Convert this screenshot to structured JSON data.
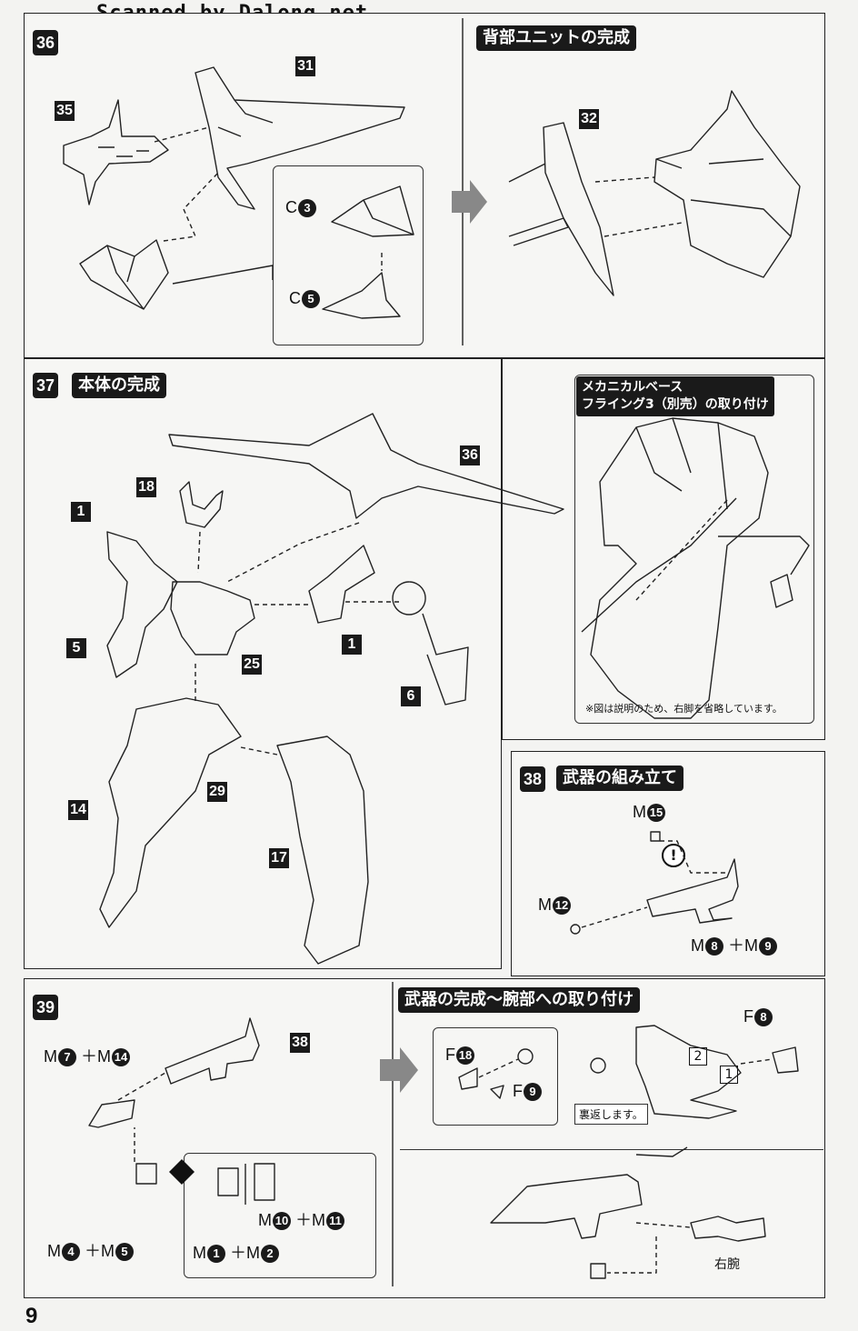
{
  "watermark": "Scanned by Dalong.net",
  "page_number": "9",
  "step36": {
    "number": "36",
    "parts": {
      "p35": "35",
      "p31": "31"
    },
    "c3_prefix": "C",
    "c3_num": "3",
    "c5_prefix": "C",
    "c5_num": "5"
  },
  "back_unit": {
    "title": "背部ユニットの完成",
    "p32": "32"
  },
  "step37": {
    "number": "37",
    "title": "本体の完成",
    "parts": {
      "p36": "36",
      "p18": "18",
      "p1a": "1",
      "p1b": "1",
      "p5": "5",
      "p25": "25",
      "p6": "6",
      "p14": "14",
      "p29": "29",
      "p17": "17"
    }
  },
  "mech_base": {
    "title_line1": "メカニカルベース",
    "title_line2": "フライング3（別売）の取り付け",
    "note": "※図は説明のため、右脚を省略しています。"
  },
  "step38": {
    "number": "38",
    "title": "武器の組み立て",
    "m15_prefix": "M",
    "m15_num": "15",
    "m12_prefix": "M",
    "m12_num": "12",
    "m8_prefix": "M",
    "m8_num": "8",
    "plus": "＋",
    "m9_prefix": "M",
    "m9_num": "9",
    "warning": "!"
  },
  "step39": {
    "number": "39",
    "p38": "38",
    "m7_prefix": "M",
    "m7_num": "7",
    "plus1": "＋",
    "m14_prefix": "M",
    "m14_num": "14",
    "m4_prefix": "M",
    "m4_num": "4",
    "plus2": "＋",
    "m5_prefix": "M",
    "m5_num": "5",
    "m10_prefix": "M",
    "m10_num": "10",
    "plus3": "＋",
    "m11_prefix": "M",
    "m11_num": "11",
    "m1_prefix": "M",
    "m1_num": "1",
    "plus4": "＋",
    "m2_prefix": "M",
    "m2_num": "2"
  },
  "weapon_complete": {
    "title": "武器の完成～腕部への取り付け",
    "f18_prefix": "F",
    "f18_num": "18",
    "f9_prefix": "F",
    "f9_num": "9",
    "f8_prefix": "F",
    "f8_num": "8",
    "flip_note": "裏返します。",
    "order1": "1",
    "order2": "2",
    "right_arm": "右腕"
  }
}
